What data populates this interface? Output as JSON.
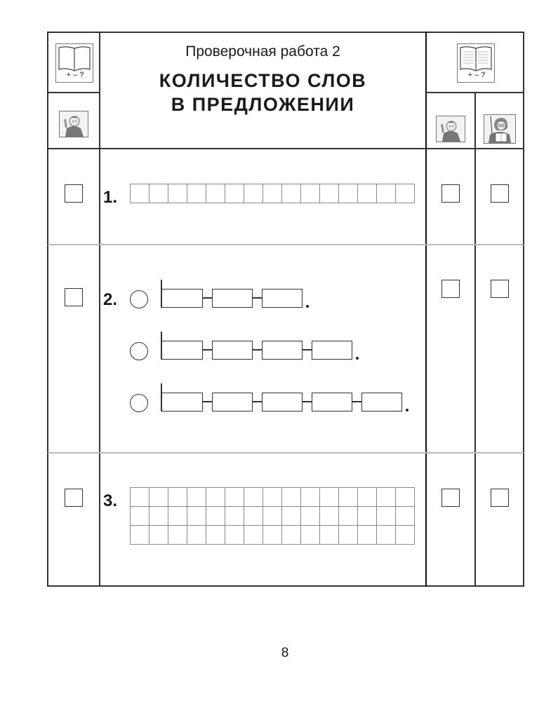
{
  "header": {
    "subtitle": "Проверочная работа 2",
    "title_line1": "КОЛИЧЕСТВО СЛОВ",
    "title_line2": "В ПРЕДЛОЖЕНИИ",
    "left_book_icon_caption": "+ – ?",
    "right_book_icon_caption": "+ – ?",
    "icons": [
      "book-self-check-icon",
      "student-icon",
      "book-check-icon",
      "student-icon",
      "teacher-icon"
    ]
  },
  "tasks": [
    {
      "number": "1.",
      "type": "letter-cells",
      "cells": 15
    },
    {
      "number": "2.",
      "type": "sentence-schemes",
      "schemes": [
        {
          "words": 3,
          "end": "."
        },
        {
          "words": 4,
          "end": "."
        },
        {
          "words": 5,
          "end": "."
        }
      ]
    },
    {
      "number": "3.",
      "type": "letter-grid",
      "rows": 3,
      "cols": 15
    }
  ],
  "dots": {
    "s1": ".",
    "s2": ".",
    "s3": "."
  },
  "footer": {
    "page_number": "8"
  },
  "colors": {
    "line": "#333333",
    "grid": "#8a8a8a",
    "separator": "#b9b9b9"
  }
}
